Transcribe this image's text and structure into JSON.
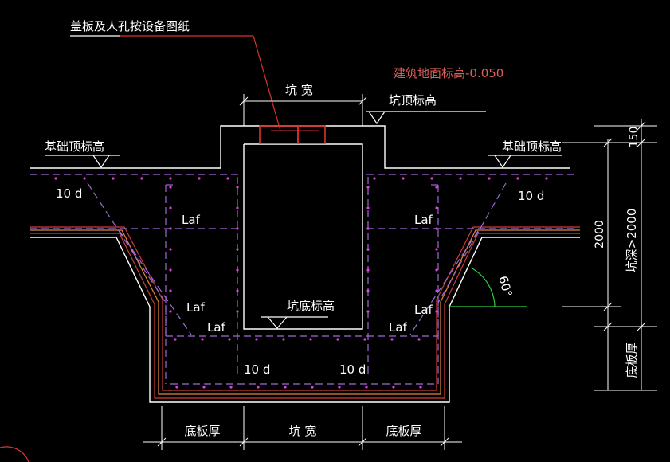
{
  "labels": {
    "cover_note": "盖板及人孔按设备图纸",
    "ground_elevation": "建筑地面标高-0.050",
    "pit_width_top": "坑 宽",
    "pit_top_elev": "坑顶标高",
    "foundation_top_left": "基础顶标高",
    "foundation_top_right": "基础顶标高",
    "anchor_10d_tl": "10 d",
    "anchor_10d_tr": "10 d",
    "laf_1": "Laf",
    "laf_2": "Laf",
    "laf_3": "Laf",
    "laf_4": "Laf",
    "laf_5": "Laf",
    "laf_6": "Laf",
    "pit_bottom_elev": "坑底标高",
    "anchor_10d_bl": "10 d",
    "anchor_10d_br": "10 d",
    "angle": "60°",
    "dim_150": "150",
    "dim_2000": "2000",
    "pit_depth": "坑深>2000",
    "slab_thick_right": "底板厚",
    "slab_thick_bottom_left": "底板厚",
    "pit_width_bottom": "坑 宽",
    "slab_thick_bottom_right": "底板厚"
  },
  "colors": {
    "background": "#000000",
    "outline": "#ffffff",
    "rebar": "#9b6bd6",
    "rebar_dot": "#e040e0",
    "cover": "#e0302a",
    "leader": "#e0302a",
    "layer_red": "#d23a3a",
    "layer_orange": "#e08a3a",
    "angle_arc": "#2ecc40",
    "ground_text": "#e0605a"
  }
}
